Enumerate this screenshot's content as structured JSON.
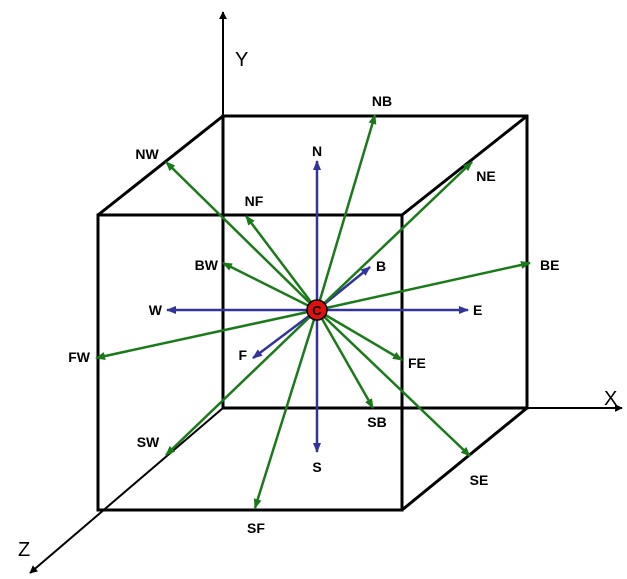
{
  "axes": {
    "x_label": "X",
    "y_label": "Y",
    "z_label": "Z"
  },
  "center": {
    "label": "C",
    "fill": "#e01010"
  },
  "colors": {
    "axis_direction": "#333399",
    "diagonal_direction": "#1a7a1a",
    "cube_edge": "#000000"
  },
  "directions": {
    "N": "N",
    "S": "S",
    "E": "E",
    "W": "W",
    "F": "F",
    "B": "B",
    "NE": "NE",
    "NW": "NW",
    "NF": "NF",
    "NB": "NB",
    "SE": "SE",
    "SW": "SW",
    "SF": "SF",
    "SB": "SB",
    "FE": "FE",
    "FW": "FW",
    "BE": "BE",
    "BW": "BW"
  }
}
